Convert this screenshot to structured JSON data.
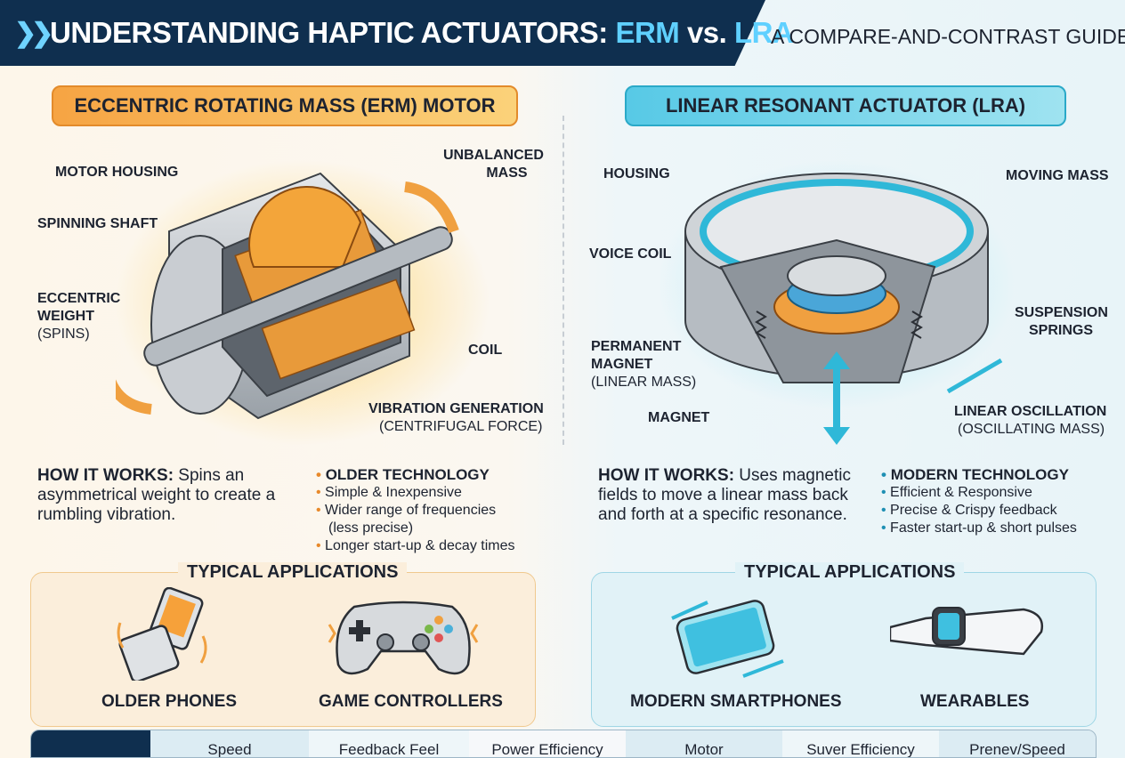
{
  "header": {
    "title_prefix": "UNDERSTANDING HAPTIC ACTUATORS: ",
    "title_erm": "ERM",
    "title_vs": " vs. ",
    "title_lra": "LRA",
    "subtitle": "A COMPARE-AND-CONTRAST GUIDE"
  },
  "erm": {
    "heading": "ECCENTRIC ROTATING MASS (ERM) MOTOR",
    "labels": {
      "motor_housing": "MOTOR HOUSING",
      "unbalanced_mass_1": "UNBALANCED",
      "unbalanced_mass_2": "MASS",
      "spinning_shaft": "SPINNING SHAFT",
      "eccentric_1": "ECCENTRIC",
      "eccentric_2": "WEIGHT",
      "eccentric_3": "(SPINS)",
      "coil": "COIL",
      "vibration_1": "VIBRATION GENERATION",
      "vibration_2": "(CENTRIFUGAL FORCE)"
    },
    "how_label": "HOW IT WORKS:",
    "how_text": " Spins an asymmetrical weight to create a rumbling vibration.",
    "bullets": {
      "head": "OLDER TECHNOLOGY",
      "b1": "Simple & Inexpensive",
      "b2": "Wider range of frequencies",
      "b2b": "(less precise)",
      "b3": "Longer start-up & decay times"
    },
    "apps_title": "TYPICAL APPLICATIONS",
    "app1": "OLDER PHONES",
    "app2": "GAME CONTROLLERS"
  },
  "lra": {
    "heading": "LINEAR RESONANT ACTUATOR (LRA)",
    "labels": {
      "housing": "HOUSING",
      "moving_mass": "MOVING MASS",
      "voice_coil": "VOICE COIL",
      "suspension_1": "SUSPENSION",
      "suspension_2": "SPRINGS",
      "permanent_1": "PERMANENT",
      "permanent_2": "MAGNET",
      "permanent_3": "(LINEAR MASS)",
      "magnet": "MAGNET",
      "linear_osc_1": "LINEAR OSCILLATION",
      "linear_osc_2": "(OSCILLATING MASS)"
    },
    "how_label": "HOW IT WORKS:",
    "how_text": " Uses magnetic fields to move a linear mass back and forth at a specific resonance.",
    "bullets": {
      "head": "MODERN TECHNOLOGY",
      "b1": "Efficient & Responsive",
      "b2": "Precise & Crispy feedback",
      "b3": "Faster start-up & short pulses"
    },
    "apps_title": "TYPICAL APPLICATIONS",
    "app1": "MODERN SMARTPHONES",
    "app2": "WEARABLES"
  },
  "table": {
    "headers": [
      "",
      "Speed",
      "Feedback Feel",
      "Power Efficiency",
      "Motor",
      "Suver Efficiency",
      "Prenev/Speed"
    ]
  },
  "colors": {
    "erm_accent": "#f39a2f",
    "lra_accent": "#3cc3e3",
    "header_bg": "#0f2f4f"
  }
}
